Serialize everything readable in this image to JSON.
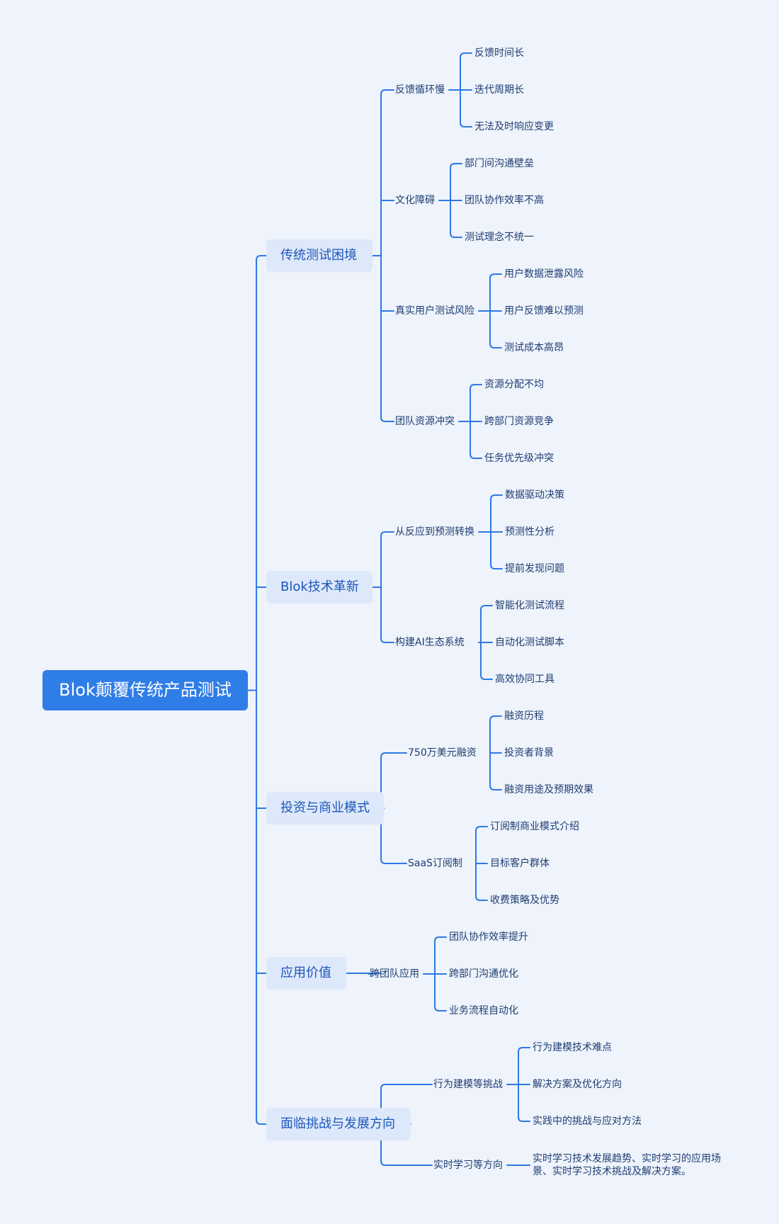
{
  "root": "Blok颠覆传统产品测试",
  "branches": [
    {
      "label": "传统测试困境",
      "children": [
        {
          "label": "反馈循环慢",
          "items": [
            "反馈时间长",
            "迭代周期长",
            "无法及时响应变更"
          ]
        },
        {
          "label": "文化障碍",
          "items": [
            "部门间沟通壁垒",
            "团队协作效率不高",
            "测试理念不统一"
          ]
        },
        {
          "label": "真实用户测试风险",
          "items": [
            "用户数据泄露风险",
            "用户反馈难以预测",
            "测试成本高昂"
          ]
        },
        {
          "label": "团队资源冲突",
          "items": [
            "资源分配不均",
            "跨部门资源竞争",
            "任务优先级冲突"
          ]
        }
      ]
    },
    {
      "label": "Blok技术革新",
      "children": [
        {
          "label": "从反应到预测转换",
          "items": [
            "数据驱动决策",
            "预测性分析",
            "提前发现问题"
          ]
        },
        {
          "label": "构建AI生态系统",
          "items": [
            "智能化测试流程",
            "自动化测试脚本",
            "高效协同工具"
          ]
        }
      ]
    },
    {
      "label": "投资与商业模式",
      "children": [
        {
          "label": "750万美元融资",
          "items": [
            "融资历程",
            "投资者背景",
            "融资用途及预期效果"
          ]
        },
        {
          "label": "SaaS订阅制",
          "items": [
            "订阅制商业模式介绍",
            "目标客户群体",
            "收费策略及优势"
          ]
        }
      ]
    },
    {
      "label": "应用价值",
      "children": [
        {
          "label": "跨团队应用",
          "items": [
            "团队协作效率提升",
            "跨部门沟通优化",
            "业务流程自动化"
          ]
        }
      ]
    },
    {
      "label": "面临挑战与发展方向",
      "children": [
        {
          "label": "行为建模等挑战",
          "items": [
            "行为建模技术难点",
            "解决方案及优化方向",
            "实践中的挑战与应对方法"
          ]
        },
        {
          "label": "实时学习等方向",
          "items": [
            "实时学习技术发展趋势、实时学习的应用场景、实时学习技术挑战及解决方案。"
          ]
        }
      ]
    }
  ],
  "colors": {
    "background": "#eef3fc",
    "root": "#2f7de6",
    "branch_bg": "#dde8fb",
    "line": "#2f79e3"
  }
}
